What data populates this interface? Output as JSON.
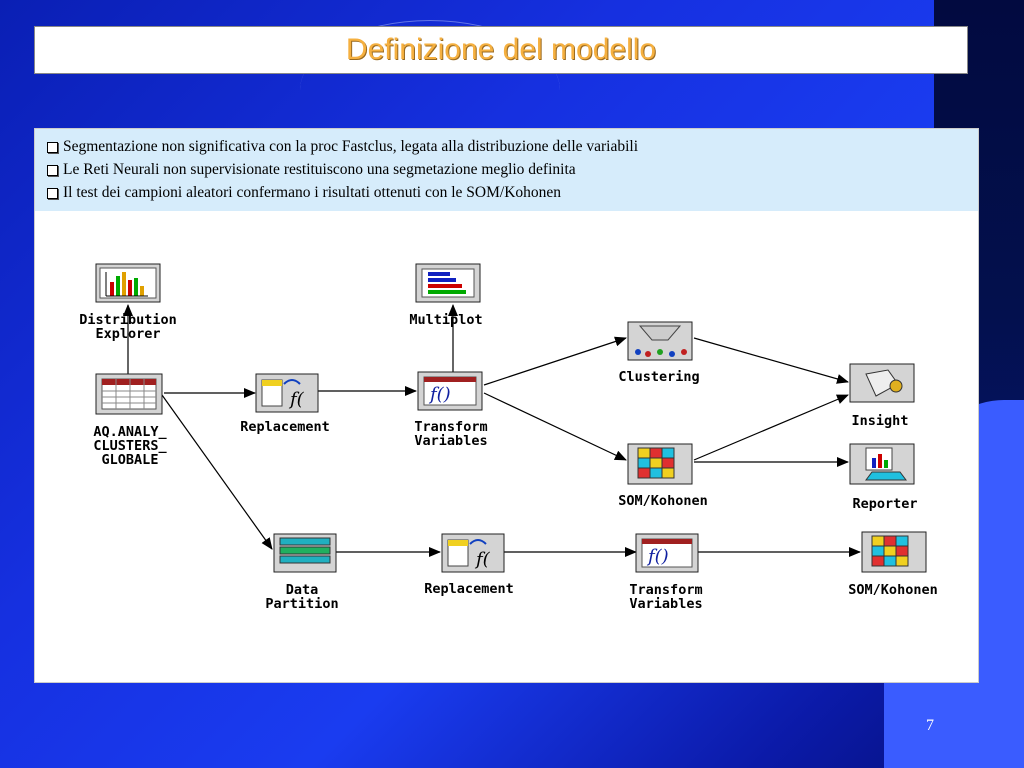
{
  "title": "Definizione del modello",
  "bullets": [
    "Segmentazione non significativa con la proc Fastclus, legata alla distribuzione delle variabili",
    "Le Reti Neurali non supervisionate restituiscono una segmetazione meglio definita",
    "Il test dei campioni aleatori confermano i risultati ottenuti con le SOM/Kohonen"
  ],
  "nodes": {
    "distribution_explorer": "Distribution\nExplorer",
    "source": "AQ.ANALY_\nCLUSTERS_\nGLOBALE",
    "replacement_1": "Replacement",
    "transform_1": "Transform\nVariables",
    "multiplot": "Multiplot",
    "clustering": "Clustering",
    "insight": "Insight",
    "som_kohonen_1": "SOM/Kohonen",
    "reporter": "Reporter",
    "data_partition": "Data\nPartition",
    "replacement_2": "Replacement",
    "transform_2": "Transform\nVariables",
    "som_kohonen_2": "SOM/Kohonen"
  },
  "icons": {
    "distribution_explorer": "bar-chart-icon",
    "source": "data-table-icon",
    "replacement": "function-replace-icon",
    "transform": "function-transform-icon",
    "multiplot": "multiplot-icon",
    "clustering": "clustering-icon",
    "insight": "insight-icon",
    "som_kohonen": "grid-cells-icon",
    "reporter": "reporter-icon",
    "data_partition": "partition-icon"
  },
  "page_number": "7"
}
